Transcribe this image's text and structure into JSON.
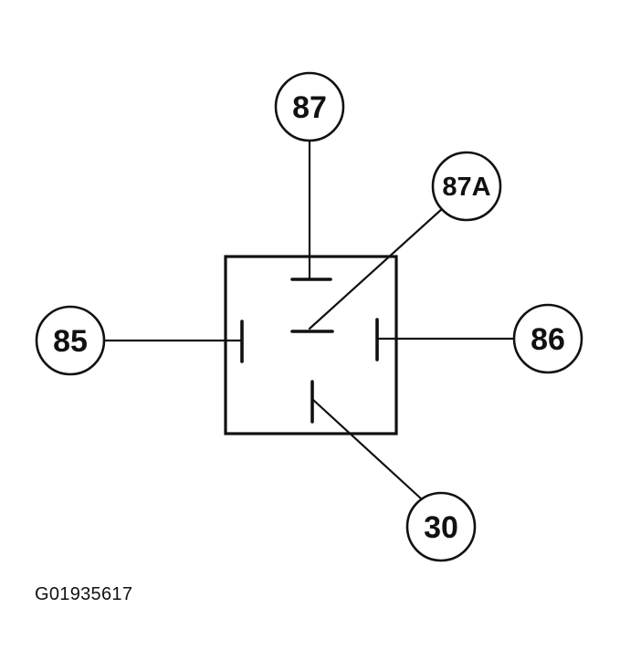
{
  "terminals": {
    "t87": "87",
    "t87a": "87A",
    "t85": "85",
    "t86": "86",
    "t30": "30"
  },
  "figure_code": "G01935617"
}
